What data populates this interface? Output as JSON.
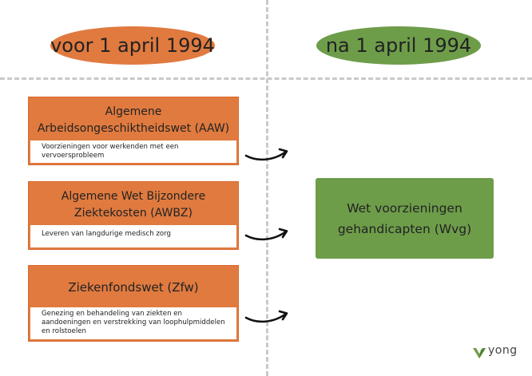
{
  "headers": {
    "before": "voor 1 april 1994",
    "after": "na 1 april 1994"
  },
  "laws": [
    {
      "title": "Algemene Arbeidsongeschiktheidswet (AAW)",
      "description": "Voorzieningen voor werkenden met een vervoersprobleem"
    },
    {
      "title": "Algemene Wet Bijzondere Ziektekosten (AWBZ)",
      "description": "Leveren van langdurige medisch zorg"
    },
    {
      "title": "Ziekenfondswet (Zfw)",
      "description": "Genezing en behandeling van ziekten en aandoeningen en verstrekking van loophulpmiddelen en rolstoelen"
    }
  ],
  "result": {
    "title": "Wet voorzieningen gehandicapten (Wvg)"
  },
  "logo": {
    "text": "yong",
    "icon": "yong-leaf-logo-icon"
  },
  "colors": {
    "before": "#e07a3f",
    "after": "#6e9d4a",
    "divider": "#c9c9c9"
  }
}
